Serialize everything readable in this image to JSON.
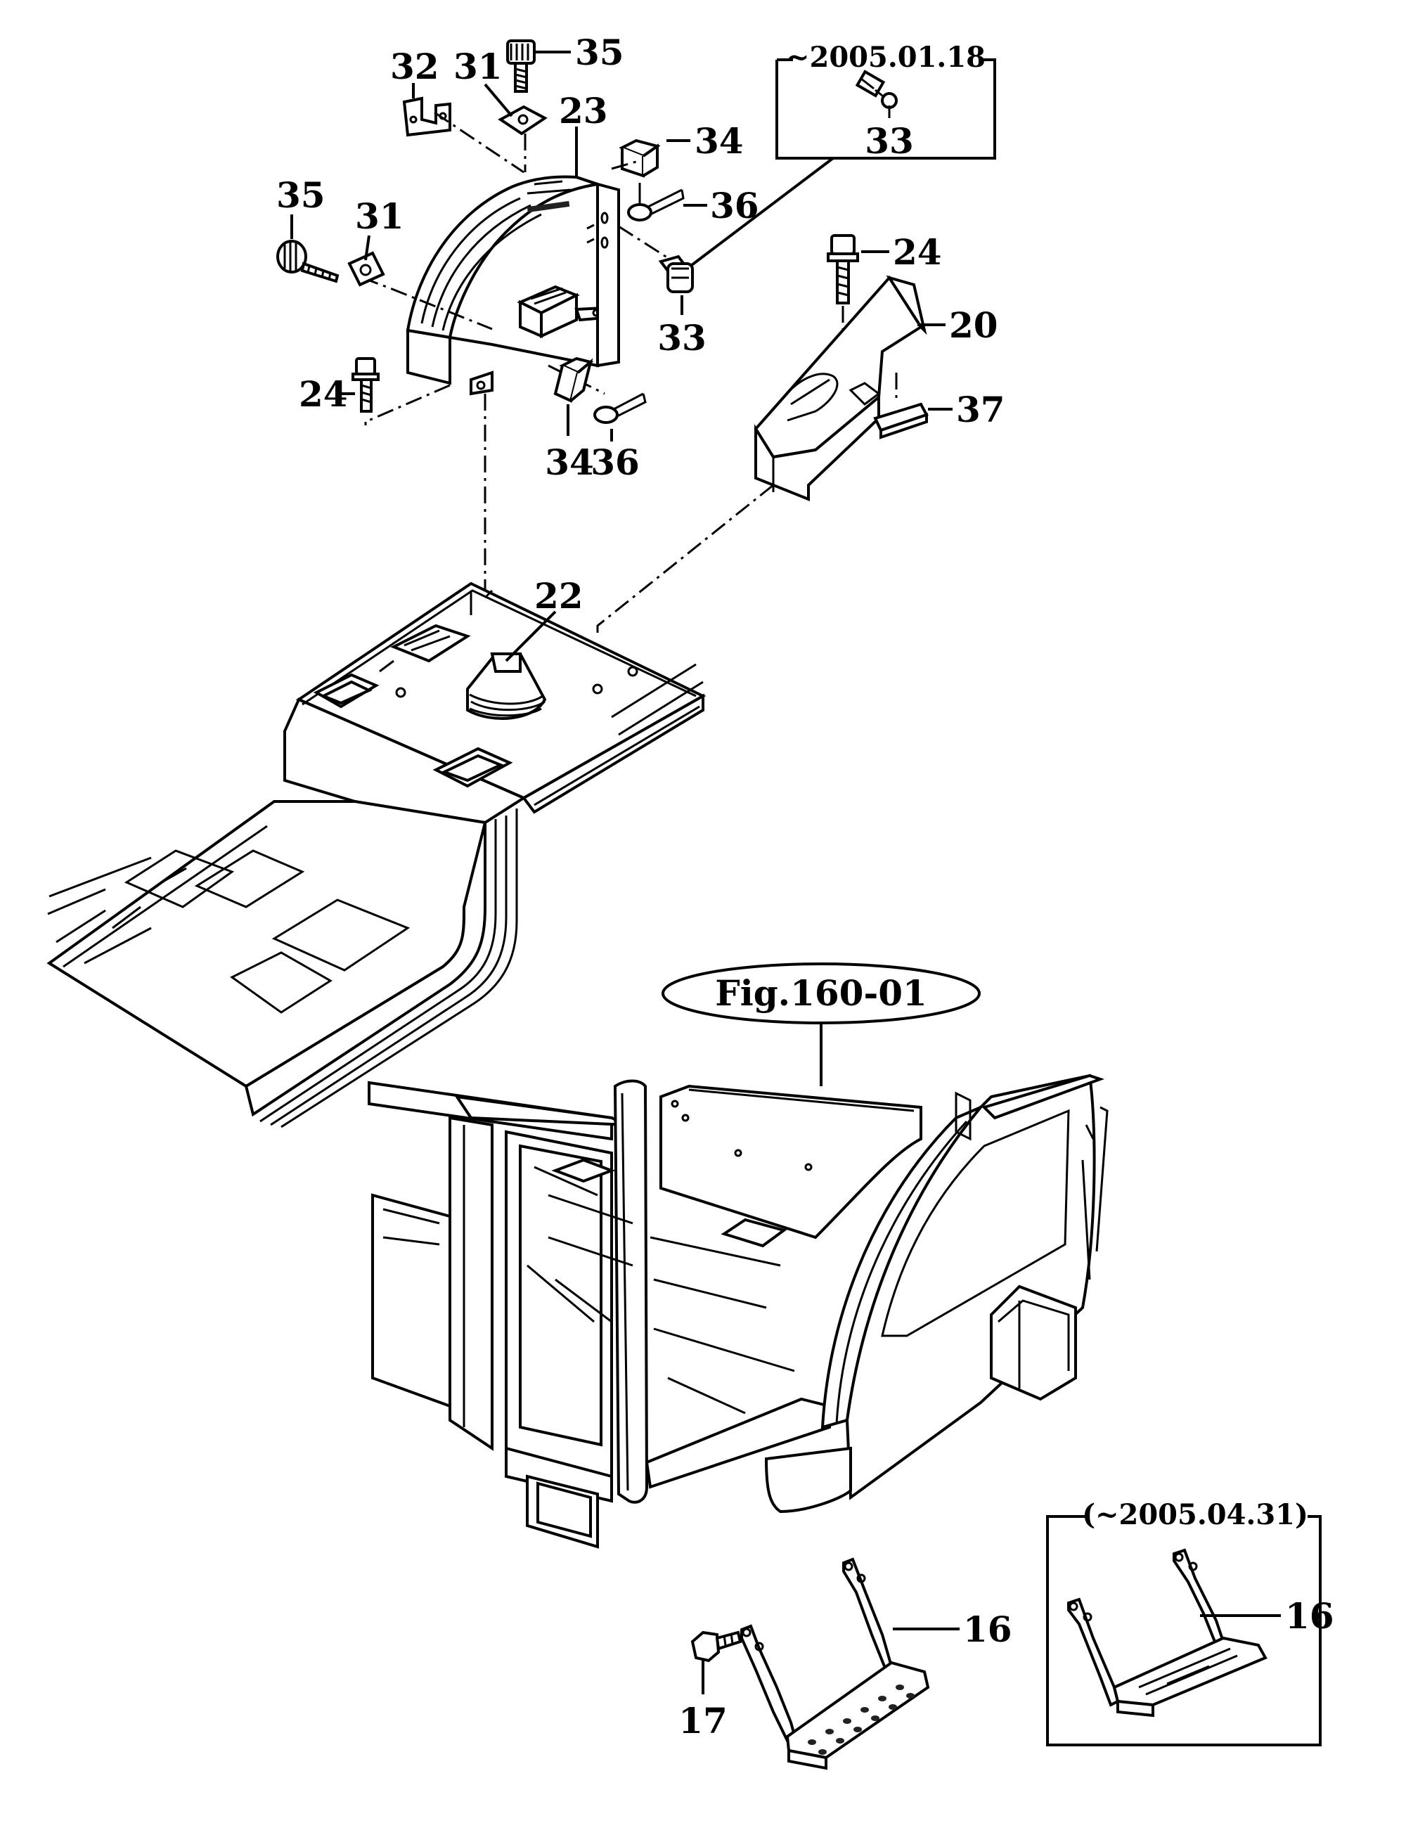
{
  "figure_ref": "Fig.160-01",
  "inset_top": {
    "date": "~2005.01.18",
    "part": "33"
  },
  "inset_bottom": {
    "date": "(~2005.04.31)",
    "part": "16"
  },
  "callouts": {
    "p35_top": "35",
    "p32": "32",
    "p31_top": "31",
    "p23": "23",
    "p34_top": "34",
    "p36_top": "36",
    "p35_left": "35",
    "p31_left": "31",
    "p33": "33",
    "p24_right": "24",
    "p20": "20",
    "p24_left": "24",
    "p37": "37",
    "p34_bottom": "34",
    "p36_bottom": "36",
    "p22": "22",
    "p16": "16",
    "p17": "17"
  }
}
